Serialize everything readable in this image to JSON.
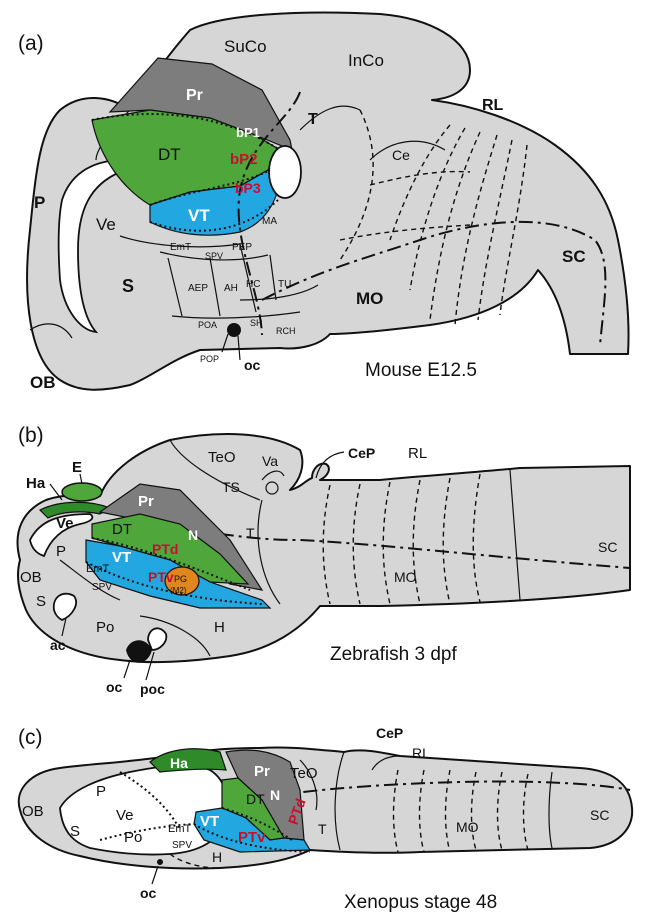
{
  "colors": {
    "region_gray": "#d6d6d6",
    "pretectum": "#7d7d7d",
    "dorsal_thalamus": "#4fa63a",
    "ventral_thalamus": "#22a7e0",
    "posterior_gland": "#e0861e",
    "red_label": "#c8102e",
    "dark_green": "#2f8a2a"
  },
  "panel_a": {
    "letter": "(a)",
    "caption": "Mouse E12.5",
    "labels": {
      "SuCo": "SuCo",
      "InCo": "InCo",
      "Pr": "Pr",
      "bP1": "bP1",
      "T": "T",
      "RL": "RL",
      "Ce": "Ce",
      "DT": "DT",
      "bP2": "bP2",
      "bP3": "bP3",
      "VT": "VT",
      "P": "P",
      "Ve": "Ve",
      "MA": "MA",
      "EmT": "EmT",
      "SPV": "SPV",
      "PEP": "PEP",
      "S": "S",
      "AEP": "AEP",
      "AH": "AH",
      "HC": "HC",
      "TU": "TU",
      "SC": "SC",
      "MO": "MO",
      "POA": "POA",
      "SH": "SH",
      "RCH": "RCH",
      "OB": "OB",
      "POP": "POP",
      "oc": "oc"
    }
  },
  "panel_b": {
    "letter": "(b)",
    "caption": "Zebrafish 3 dpf",
    "labels": {
      "E": "E",
      "TeO": "TeO",
      "Va": "Va",
      "CeP": "CeP",
      "RL": "RL",
      "Ha": "Ha",
      "TS": "TS",
      "Pr": "Pr",
      "Ve": "Ve",
      "DT": "DT",
      "N": "N",
      "T": "T",
      "PTd": "PTd",
      "SC": "SC",
      "P": "P",
      "VT": "VT",
      "OB": "OB",
      "EmT": "EmT",
      "PTv": "PTv",
      "PG": "PG",
      "M2": "(M2)",
      "MO": "MO",
      "SPV": "SPV",
      "S": "S",
      "Po": "Po",
      "H": "H",
      "ac": "ac",
      "oc": "oc",
      "poc": "poc"
    }
  },
  "panel_c": {
    "letter": "(c)",
    "caption": "Xenopus stage 48",
    "labels": {
      "CeP": "CeP",
      "Ha": "Ha",
      "RL": "RL",
      "Pr": "Pr",
      "TeO": "TeO",
      "P": "P",
      "DT": "DT",
      "N": "N",
      "OB": "OB",
      "Ve": "Ve",
      "PTd": "PTd",
      "SC": "SC",
      "VT": "VT",
      "MO": "MO",
      "S": "S",
      "Po": "Po",
      "EmT": "EmT",
      "PTv": "PTv",
      "T": "T",
      "SPV": "SPV",
      "H": "H",
      "oc": "oc"
    }
  }
}
